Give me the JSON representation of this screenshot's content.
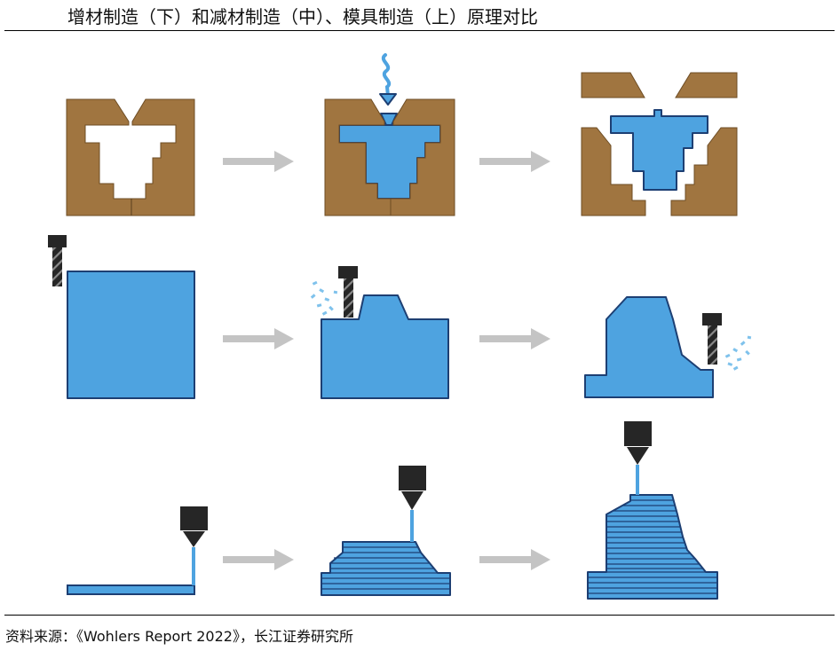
{
  "title": "增材制造（下）和减材制造（中）、模具制造（上）原理对比",
  "source": "资料来源：《Wohlers Report 2022》，长江证券研究所",
  "colors": {
    "mold": "#a07540",
    "material": "#4ea3e0",
    "outline": "#1d3f73",
    "arrow": "#c4c4c4",
    "tool": "#262626",
    "chips": "#7fc2ec"
  },
  "rows": [
    {
      "name": "mold-manufacturing",
      "steps": [
        "empty-mold",
        "injection",
        "demolding"
      ]
    },
    {
      "name": "subtractive-manufacturing",
      "steps": [
        "raw-block",
        "milling",
        "finished-part"
      ]
    },
    {
      "name": "additive-manufacturing",
      "steps": [
        "first-layer",
        "layer-stacking",
        "completed-part"
      ]
    }
  ]
}
